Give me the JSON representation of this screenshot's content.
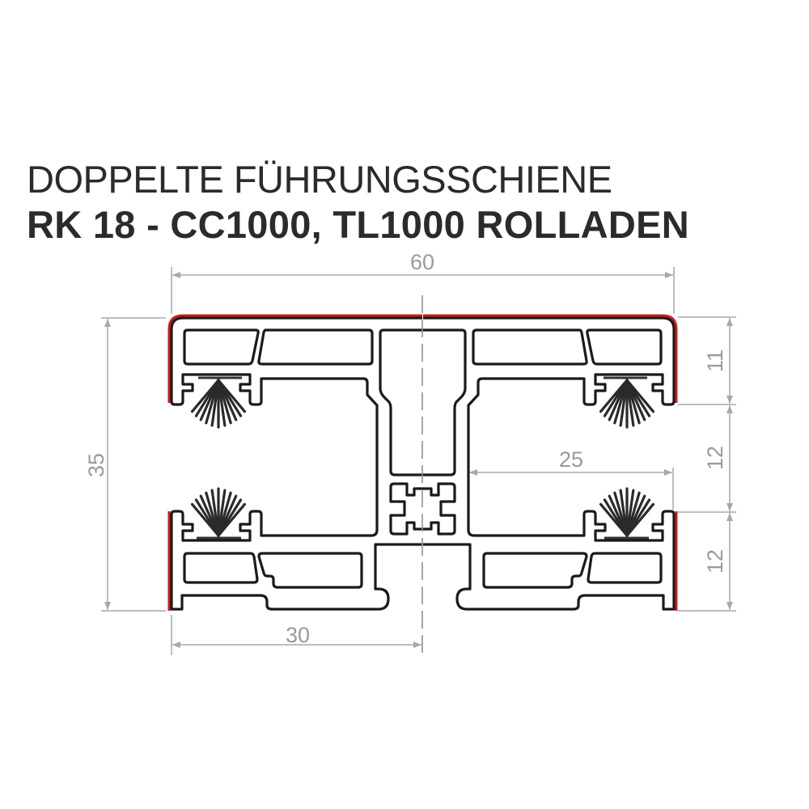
{
  "title": {
    "line1": "DOPPELTE FÜHRUNGSSCHIENE",
    "line2": "RK 18 - CC1000, TL1000 ROLLADEN"
  },
  "dimensions": {
    "total_width": "60",
    "total_height": "35",
    "top_flange": "11",
    "channel_gap": "12",
    "bottom_flange": "12",
    "channel_depth": "25",
    "half_width": "30"
  },
  "colors": {
    "profile_outline": "#1a1a1a",
    "seal_edge": "#d01a1a",
    "dimension_lines": "#a8a8a8"
  }
}
